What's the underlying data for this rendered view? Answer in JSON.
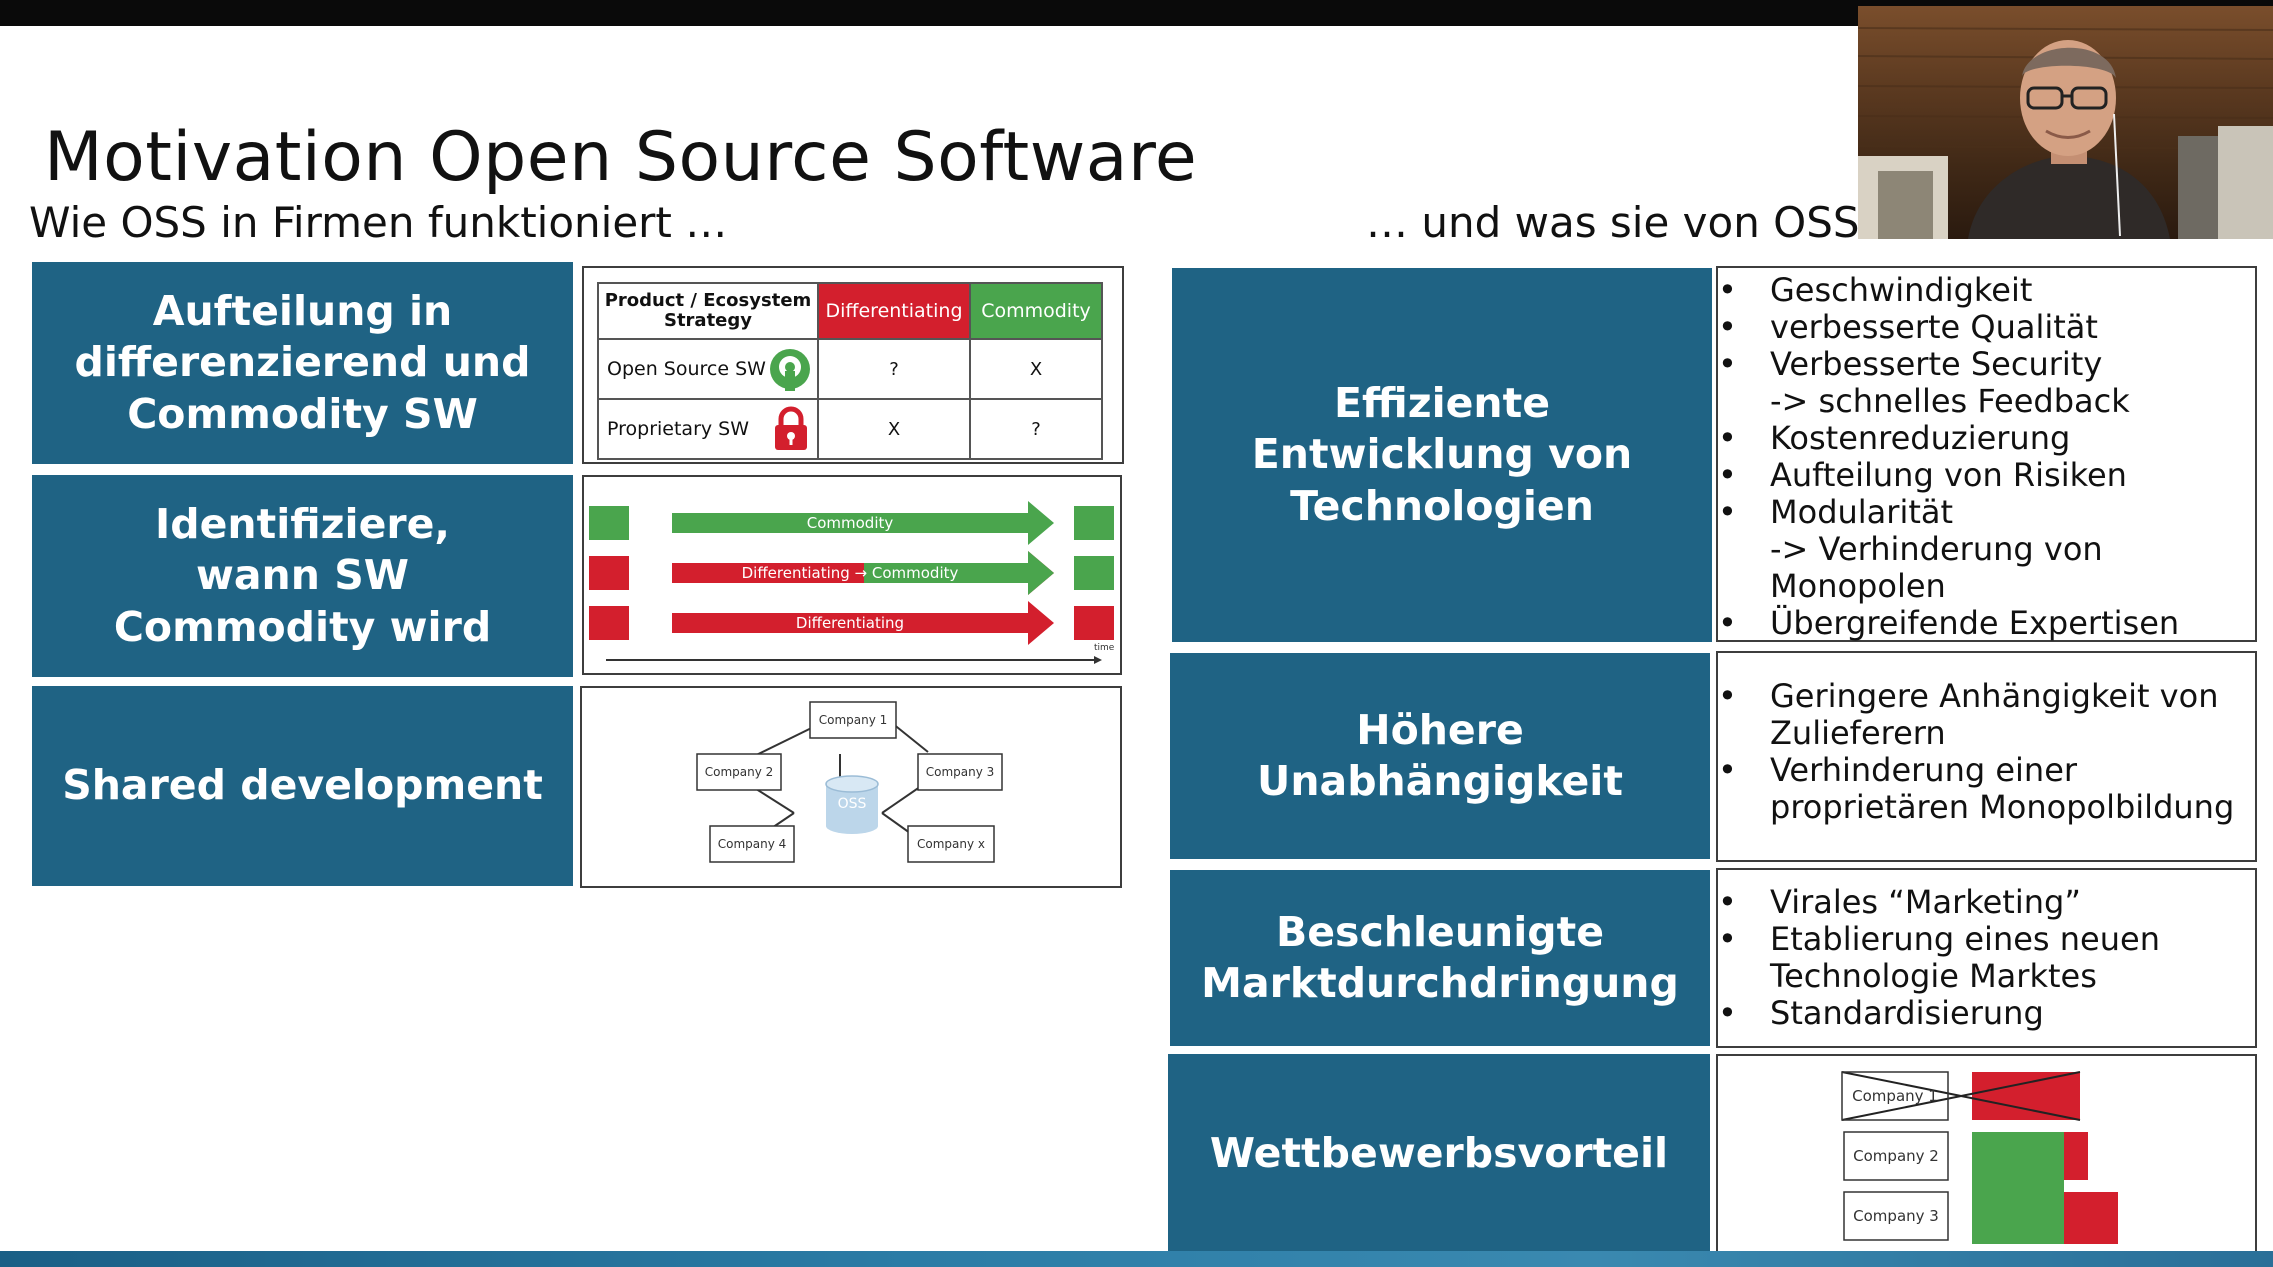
{
  "slide": {
    "title": "Motivation Open Source Software",
    "left_subtitle": "Wie OSS in Firmen funktioniert …",
    "right_subtitle": "… und was sie von OSS",
    "left_boxes": [
      "Aufteilung in differenzierend und Commodity SW",
      "Identifiziere, wann SW Commodity wird",
      "Shared development"
    ],
    "strategy_table": {
      "header": [
        "Product / Ecosystem Strategy",
        "Differentiating",
        "Commodity"
      ],
      "rows": [
        {
          "label": "Open Source SW",
          "icon": "open-source-icon",
          "differentiating": "?",
          "commodity": "X"
        },
        {
          "label": "Proprietary SW",
          "icon": "padlock-icon",
          "differentiating": "X",
          "commodity": "?"
        }
      ]
    },
    "lifecycle": {
      "arrows": [
        "Commodity",
        "Differentiating → Commodity",
        "Differentiating"
      ],
      "axis_label": "time"
    },
    "shared_dev": {
      "center": "OSS",
      "companies": [
        "Company 1",
        "Company 2",
        "Company 3",
        "Company 4",
        "Company x"
      ]
    },
    "right_rows": [
      {
        "label": "Effiziente Entwicklung von Technologien",
        "bullets": [
          {
            "text": "Geschwindigkeit",
            "bullet": true
          },
          {
            "text": "verbesserte Qualität",
            "bullet": true
          },
          {
            "text": "Verbesserte Security",
            "bullet": true
          },
          {
            "text": "-> schnelles Feedback",
            "bullet": false
          },
          {
            "text": "Kostenreduzierung",
            "bullet": true
          },
          {
            "text": "Aufteilung von Risiken",
            "bullet": true
          },
          {
            "text": "Modularität",
            "bullet": true
          },
          {
            "text": "-> Verhinderung von",
            "bullet": false
          },
          {
            "text": "Monopolen",
            "bullet": false
          },
          {
            "text": "Übergreifende Expertisen",
            "bullet": true
          }
        ]
      },
      {
        "label": "Höhere Unabhängigkeit",
        "bullets": [
          {
            "text": "Geringere Anhängigkeit von",
            "bullet": true
          },
          {
            "text": "Zulieferern",
            "bullet": false
          },
          {
            "text": "Verhinderung einer",
            "bullet": true
          },
          {
            "text": "proprietären Monopolbildung",
            "bullet": false
          }
        ]
      },
      {
        "label": "Beschleunigte Marktdurchdringung",
        "bullets": [
          {
            "text": "Virales “Marketing”",
            "bullet": true
          },
          {
            "text": "Etablierung eines neuen",
            "bullet": true
          },
          {
            "text": "Technologie Marktes",
            "bullet": false
          },
          {
            "text": "Standardisierung",
            "bullet": true
          }
        ]
      },
      {
        "label": "Wettbewerbsvorteil",
        "companies": [
          "Company 1",
          "Company 2",
          "Company 3"
        ]
      }
    ],
    "colors": {
      "box_blue": "#1f6384",
      "differentiating_red": "#d31f2d",
      "commodity_green": "#4aa54d"
    }
  }
}
